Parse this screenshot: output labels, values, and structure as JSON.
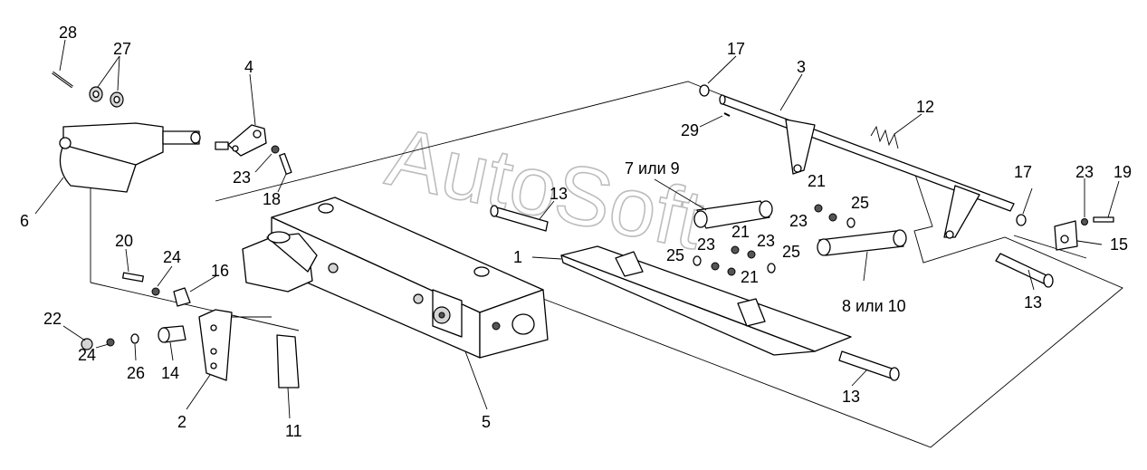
{
  "watermark": "AutoSoft",
  "callouts": [
    {
      "id": "c28",
      "text": "28"
    },
    {
      "id": "c27",
      "text": "27"
    },
    {
      "id": "c4",
      "text": "4"
    },
    {
      "id": "c17a",
      "text": "17"
    },
    {
      "id": "c3",
      "text": "3"
    },
    {
      "id": "c12",
      "text": "12"
    },
    {
      "id": "c29",
      "text": "29"
    },
    {
      "id": "c23a",
      "text": "23"
    },
    {
      "id": "c18",
      "text": "18"
    },
    {
      "id": "c6",
      "text": "6"
    },
    {
      "id": "c13a",
      "text": "13"
    },
    {
      "id": "c7or9",
      "text": "7 или 9"
    },
    {
      "id": "c21a",
      "text": "21"
    },
    {
      "id": "c23b",
      "text": "23"
    },
    {
      "id": "c25a",
      "text": "25"
    },
    {
      "id": "c17b",
      "text": "17"
    },
    {
      "id": "c23c",
      "text": "23"
    },
    {
      "id": "c19",
      "text": "19"
    },
    {
      "id": "c15",
      "text": "15"
    },
    {
      "id": "c21b",
      "text": "21"
    },
    {
      "id": "c23d",
      "text": "23"
    },
    {
      "id": "c23e",
      "text": "23"
    },
    {
      "id": "c25b",
      "text": "25"
    },
    {
      "id": "c25c",
      "text": "25"
    },
    {
      "id": "c21c",
      "text": "21"
    },
    {
      "id": "c1",
      "text": "1"
    },
    {
      "id": "c20",
      "text": "20"
    },
    {
      "id": "c24a",
      "text": "24"
    },
    {
      "id": "c16",
      "text": "16"
    },
    {
      "id": "c22",
      "text": "22"
    },
    {
      "id": "c24b",
      "text": "24"
    },
    {
      "id": "c26",
      "text": "26"
    },
    {
      "id": "c14",
      "text": "14"
    },
    {
      "id": "c8or10",
      "text": "8 или 10"
    },
    {
      "id": "c13b",
      "text": "13"
    },
    {
      "id": "c13c",
      "text": "13"
    },
    {
      "id": "c2",
      "text": "2"
    },
    {
      "id": "c11",
      "text": "11"
    },
    {
      "id": "c5",
      "text": "5"
    }
  ]
}
